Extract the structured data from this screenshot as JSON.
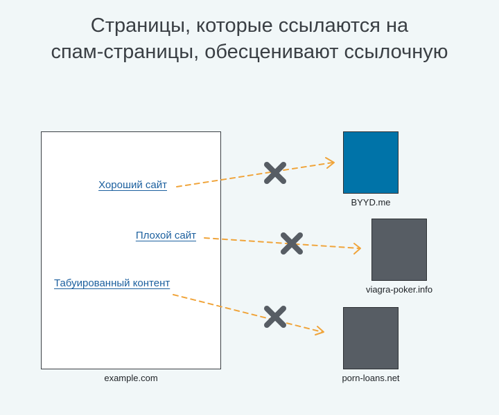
{
  "title": {
    "line1": "Страницы, которые ссылаются на",
    "line2": "спам-страницы, обесценивают ссылочную"
  },
  "source_page": {
    "caption": "example.com"
  },
  "links": [
    {
      "label": "Хороший сайт"
    },
    {
      "label": "Плохой сайт"
    },
    {
      "label": "Табуированный контент"
    }
  ],
  "targets": [
    {
      "caption": "BYYD.me",
      "color": "#0073a8"
    },
    {
      "caption": "viagra-poker.info",
      "color": "#575d64"
    },
    {
      "caption": "porn-loans.net",
      "color": "#575d64"
    }
  ],
  "colors": {
    "arrow": "#f0a43a",
    "blocked_mark": "#575d64"
  },
  "icons": {
    "blocked": "cross-icon"
  }
}
